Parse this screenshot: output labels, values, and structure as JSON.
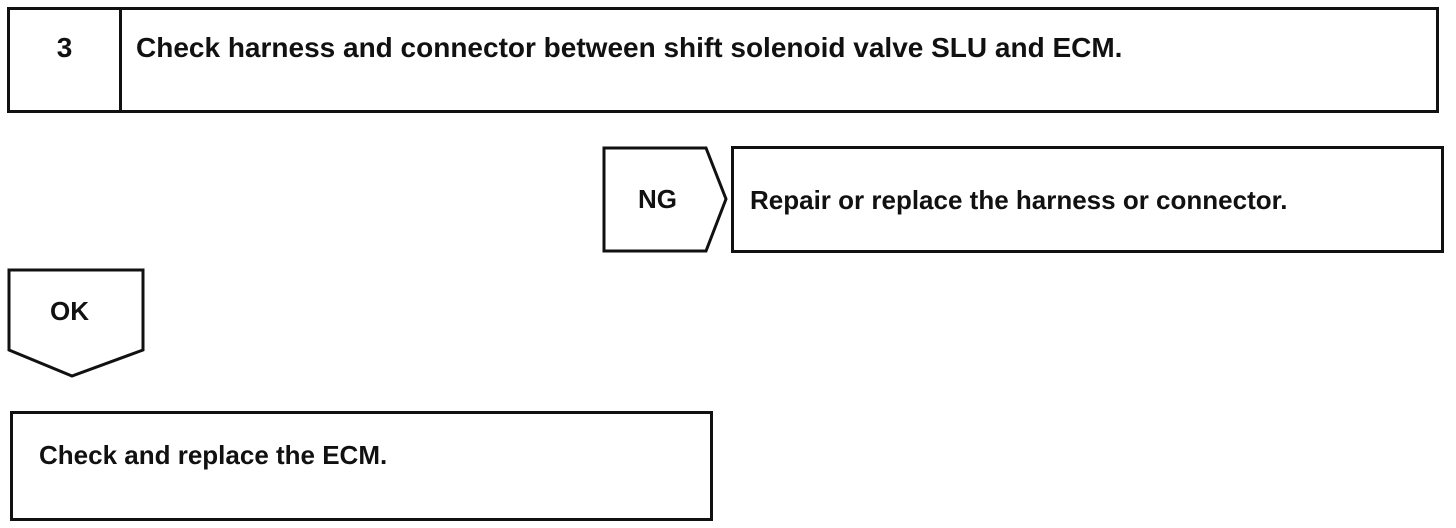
{
  "step": {
    "number": "3",
    "title": "Check harness and connector between shift solenoid valve SLU and ECM."
  },
  "ng_branch": {
    "label": "NG",
    "action": "Repair or replace the harness or connector."
  },
  "ok_branch": {
    "label": "OK",
    "action": "Check and replace the ECM."
  }
}
